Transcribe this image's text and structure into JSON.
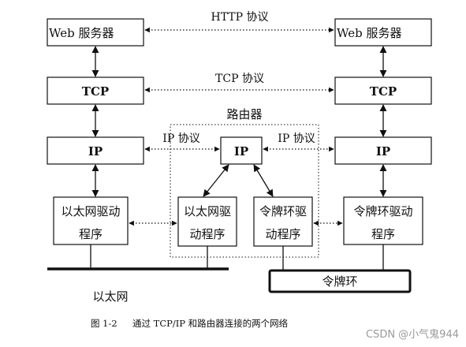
{
  "protocols": {
    "http": "HTTP 协议",
    "tcp": "TCP 协议",
    "ip_left": "IP 协议",
    "ip_right": "IP 协议"
  },
  "left_host": {
    "web": "Web 服务器",
    "tcp": "TCP",
    "ip": "IP",
    "driver_line1": "以太网驱动",
    "driver_line2": "程序"
  },
  "right_host": {
    "web": "Web 服务器",
    "tcp": "TCP",
    "ip": "IP",
    "driver_line1": "令牌环驱动",
    "driver_line2": "程序"
  },
  "router": {
    "label": "路由器",
    "ip": "IP",
    "eth_driver_line1": "以太网驱",
    "eth_driver_line2": "动程序",
    "tr_driver_line1": "令牌环驱",
    "tr_driver_line2": "动程序"
  },
  "networks": {
    "ethernet": "以太网",
    "token_ring": "令牌环"
  },
  "caption": {
    "figure_no": "图 1-2",
    "text": "通过 TCP/IP 和路由器连接的两个网络"
  },
  "watermark": "CSDN @小气鬼944"
}
